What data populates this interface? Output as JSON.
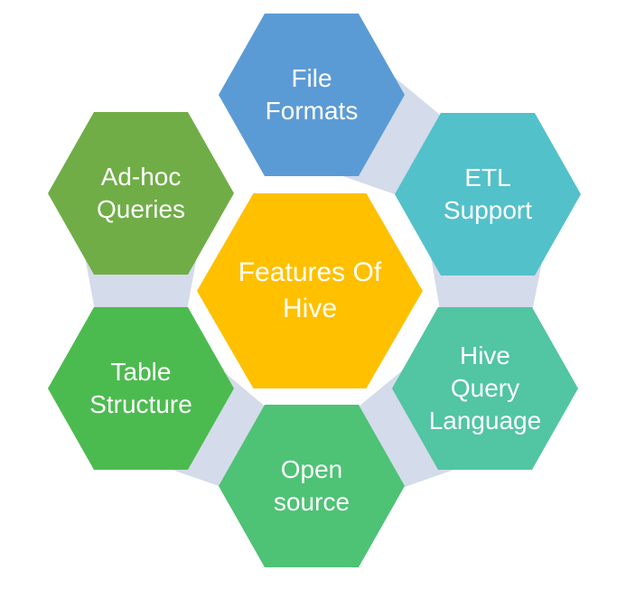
{
  "diagram": {
    "title": "Features Of Hive",
    "type": "hexagon-cluster",
    "background": "#FFFFFF",
    "text_color": "#FFFFFF",
    "connector_color": "#D4DBEA",
    "center": {
      "id": "features-of-hive",
      "label": "Features Of Hive",
      "lines": [
        "Features Of",
        "Hive"
      ],
      "color": "#FFC000"
    },
    "nodes": [
      {
        "id": "file-formats",
        "label": "File Formats",
        "lines": [
          "File",
          "Formats"
        ],
        "color": "#5B9BD5",
        "position": "top"
      },
      {
        "id": "etl-support",
        "label": "ETL Support",
        "lines": [
          "ETL",
          "Support"
        ],
        "color": "#53C1CA",
        "position": "top-right"
      },
      {
        "id": "hive-query-language",
        "label": "Hive Query Language",
        "lines": [
          "Hive",
          "Query",
          "Language"
        ],
        "color": "#52C5A2",
        "position": "bottom-right"
      },
      {
        "id": "open-source",
        "label": "Open source",
        "lines": [
          "Open",
          "source"
        ],
        "color": "#4EC275",
        "position": "bottom"
      },
      {
        "id": "table-structure",
        "label": "Table Structure",
        "lines": [
          "Table",
          "Structure"
        ],
        "color": "#4CBB4F",
        "position": "bottom-left"
      },
      {
        "id": "ad-hoc-queries",
        "label": "Ad-hoc Queries",
        "lines": [
          "Ad-hoc",
          "Queries"
        ],
        "color": "#70AD47",
        "position": "top-left"
      }
    ]
  }
}
